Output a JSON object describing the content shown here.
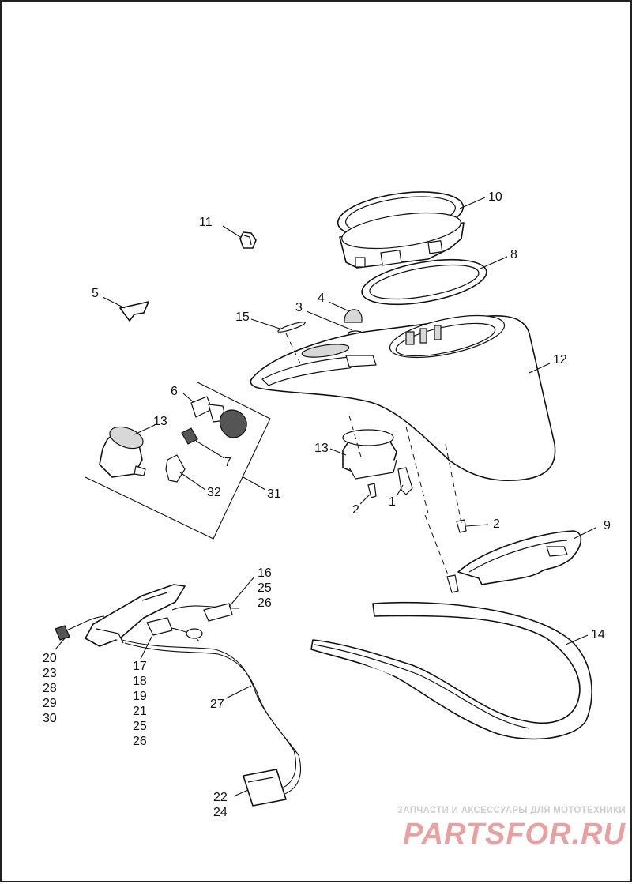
{
  "diagram": {
    "callouts": [
      {
        "id": "c10",
        "lines": [
          "10"
        ]
      },
      {
        "id": "c11",
        "lines": [
          "11"
        ]
      },
      {
        "id": "c8",
        "lines": [
          "8"
        ]
      },
      {
        "id": "c5",
        "lines": [
          "5"
        ]
      },
      {
        "id": "c3",
        "lines": [
          "3"
        ]
      },
      {
        "id": "c4",
        "lines": [
          "4"
        ]
      },
      {
        "id": "c15",
        "lines": [
          "15"
        ]
      },
      {
        "id": "c12",
        "lines": [
          "12"
        ]
      },
      {
        "id": "c6",
        "lines": [
          "6"
        ]
      },
      {
        "id": "c13a",
        "lines": [
          "13"
        ]
      },
      {
        "id": "c13b",
        "lines": [
          "13"
        ]
      },
      {
        "id": "c7",
        "lines": [
          "7"
        ]
      },
      {
        "id": "c32",
        "lines": [
          "32"
        ]
      },
      {
        "id": "c31",
        "lines": [
          "31"
        ]
      },
      {
        "id": "c2a",
        "lines": [
          "2"
        ]
      },
      {
        "id": "c1",
        "lines": [
          "1"
        ]
      },
      {
        "id": "c2b",
        "lines": [
          "2"
        ]
      },
      {
        "id": "c9",
        "lines": [
          "9"
        ]
      },
      {
        "id": "c16",
        "lines": [
          "16",
          "25",
          "26"
        ]
      },
      {
        "id": "c14",
        "lines": [
          "14"
        ]
      },
      {
        "id": "c20",
        "lines": [
          "20",
          "23",
          "28",
          "29",
          "30"
        ]
      },
      {
        "id": "c17",
        "lines": [
          "17",
          "18",
          "19",
          "21",
          "25",
          "26"
        ]
      },
      {
        "id": "c27",
        "lines": [
          "27"
        ]
      },
      {
        "id": "c22",
        "lines": [
          "22",
          "24"
        ]
      }
    ]
  },
  "watermark": {
    "caption": "ЗАПЧАСТИ И АКСЕССУАРЫ ДЛЯ МОТОТЕХНИКИ",
    "logo": "PARTSFOR.RU"
  }
}
